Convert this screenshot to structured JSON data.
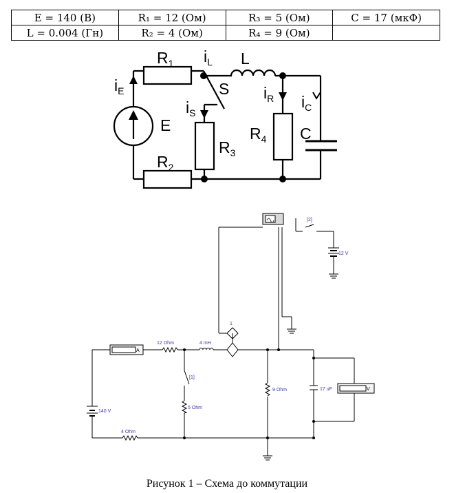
{
  "params_table": {
    "rows": [
      [
        "E = 140 (B)",
        "R₁ = 12 (Ом)",
        "R₃ = 5 (Ом)",
        "C = 17 (мкФ)"
      ],
      [
        "L = 0.004 (Гн)",
        "R₂ = 4 (Ом)",
        "R₄ = 9 (Ом)",
        ""
      ]
    ]
  },
  "schematic": {
    "labels": {
      "r1": "R",
      "r1_sub": "1",
      "r2": "R",
      "r2_sub": "2",
      "r3": "R",
      "r3_sub": "3",
      "r4": "R",
      "r4_sub": "4",
      "l": "L",
      "c": "C",
      "e": "E",
      "s": "S",
      "ie": "i",
      "ie_sub": "E",
      "il": "i",
      "il_sub": "L",
      "is": "i",
      "is_sub": "S",
      "ir": "i",
      "ir_sub": "R",
      "ic": "i",
      "ic_sub": "C"
    }
  },
  "simulation": {
    "labels": {
      "r1": "12  Ohm",
      "l": "4 mH",
      "r2": "4  Ohm",
      "r3": "5  Ohm",
      "r4": "9  Ohm",
      "c": "17 uF",
      "source": "140 V",
      "battery": "12 V",
      "switch1": "[1]",
      "switch2": "[2]",
      "ammeter": "A",
      "voltmeter": "V",
      "sensor": "1"
    }
  },
  "caption": "Рисунок 1 – Схема до коммутации"
}
